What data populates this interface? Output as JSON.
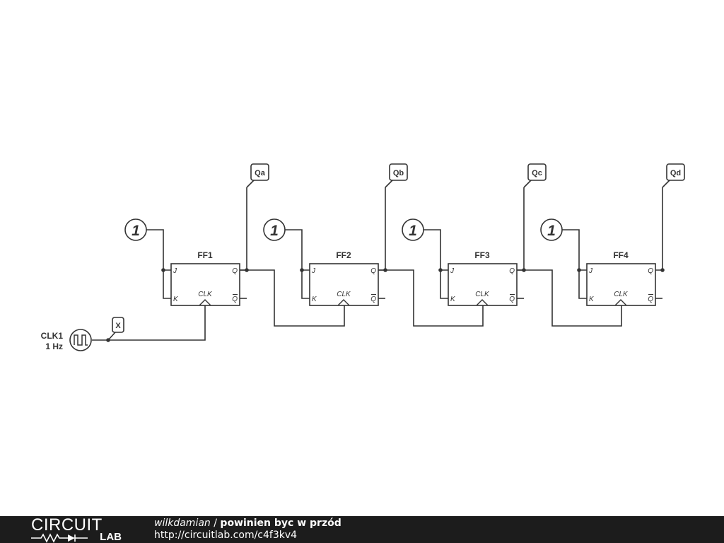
{
  "schematic": {
    "clock": {
      "name": "CLK1",
      "freq": "1 Hz"
    },
    "probe_x": "X",
    "flipflops": [
      {
        "name": "FF1",
        "pins": {
          "j": "J",
          "k": "K",
          "q": "Q",
          "qbar": "Q",
          "clk": "CLK"
        },
        "constant": "1",
        "output": "Qa"
      },
      {
        "name": "FF2",
        "pins": {
          "j": "J",
          "k": "K",
          "q": "Q",
          "qbar": "Q",
          "clk": "CLK"
        },
        "constant": "1",
        "output": "Qb"
      },
      {
        "name": "FF3",
        "pins": {
          "j": "J",
          "k": "K",
          "q": "Q",
          "qbar": "Q",
          "clk": "CLK"
        },
        "constant": "1",
        "output": "Qc"
      },
      {
        "name": "FF4",
        "pins": {
          "j": "J",
          "k": "K",
          "q": "Q",
          "qbar": "Q",
          "clk": "CLK"
        },
        "constant": "1",
        "output": "Qd"
      }
    ]
  },
  "footer": {
    "logo_top": "CIRCUIT",
    "logo_bottom": "LAB",
    "author": "wilkdamian",
    "separator": " / ",
    "title": "powinien byc w przód",
    "url": "http://circuitlab.com/c4f3kv4"
  },
  "colors": {
    "wire": "#333333",
    "footer_bg": "#1c1c1c",
    "footer_text": "#ffffff"
  }
}
